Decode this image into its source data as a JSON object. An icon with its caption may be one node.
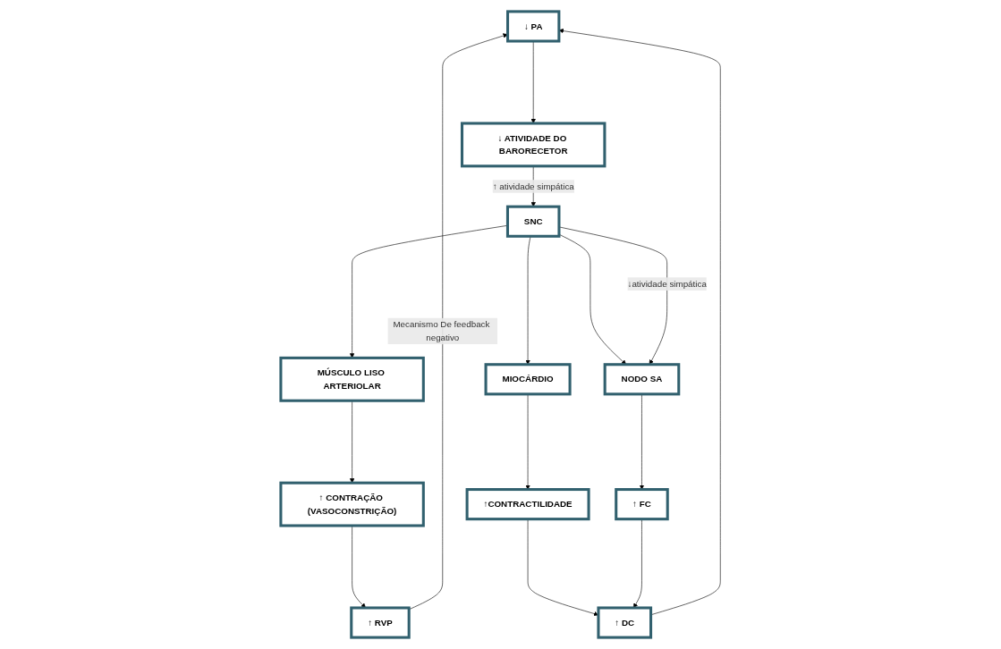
{
  "diagram": {
    "nodes": [
      {
        "text": [
          "↓ PA"
        ]
      },
      {
        "text": [
          "↓ ATIVIDADE DO BARORECETOR"
        ]
      },
      {
        "text": [
          "SNC"
        ]
      },
      {
        "text": [
          "MÚSCULO LISO ARTERIOLAR"
        ]
      },
      {
        "text": [
          "↑ CONTRAÇÃO (VASOCONSTRIÇÃO)"
        ]
      },
      {
        "text": [
          "↑ RVP"
        ]
      },
      {
        "text": [
          "MIOCÁRDIO"
        ]
      },
      {
        "text": [
          "↑CONTRACTILIDADE"
        ]
      },
      {
        "text": [
          "↑ DC"
        ]
      },
      {
        "text": [
          "NODO SA"
        ]
      },
      {
        "text": [
          "↑ FC"
        ]
      }
    ],
    "edges": [
      {
        "from": 0,
        "to": 1,
        "arrow": "to"
      },
      {
        "from": 1,
        "to": 2,
        "arrow": "to",
        "label": "↑ atividade simpática"
      },
      {
        "from": 2,
        "to": 3,
        "arrow": "to"
      },
      {
        "from": 2,
        "to": 6,
        "arrow": "to"
      },
      {
        "from": 2,
        "to": 9,
        "arrow": "to"
      },
      {
        "from": 2,
        "to": 9,
        "arrow": "to",
        "label": "↓atividade simpática"
      },
      {
        "from": 3,
        "to": 4,
        "arrow": "to"
      },
      {
        "from": 4,
        "to": 5,
        "arrow": "to"
      },
      {
        "from": 6,
        "to": 7,
        "arrow": "to"
      },
      {
        "from": 7,
        "to": 8,
        "arrow": "to"
      },
      {
        "from": 9,
        "to": 10,
        "arrow": "to"
      },
      {
        "from": 10,
        "to": 8,
        "arrow": "to"
      },
      {
        "from": 5,
        "to": 0,
        "arrow": "to",
        "label": "Mecanismo De feedback negativo"
      },
      {
        "from": 8,
        "to": 0,
        "arrow": "to"
      }
    ]
  }
}
